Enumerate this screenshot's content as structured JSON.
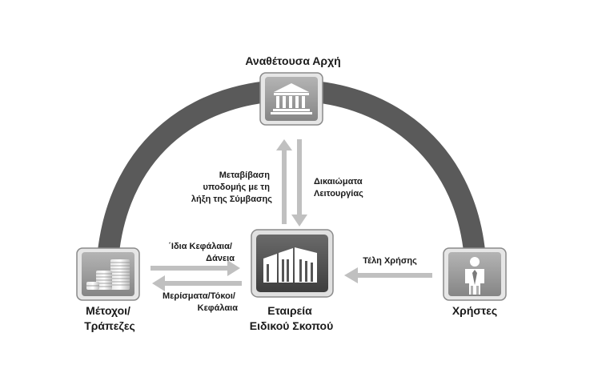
{
  "nodes": {
    "authority": {
      "title": "Αναθέτουσα Αρχή",
      "icon": "government-building-icon"
    },
    "spv": {
      "title_lines": [
        "Εταιρεία",
        "Ειδικού Σκοπού"
      ],
      "icon": "company-building-icon"
    },
    "shareholders": {
      "title_lines": [
        "Μέτοχοι/",
        "Τράπεζες"
      ],
      "icon": "coin-stack-icon"
    },
    "users": {
      "title": "Χρήστες",
      "icon": "business-person-icon"
    }
  },
  "flows": {
    "transfer": {
      "lines": [
        "Μεταβίβαση",
        "υποδομής με τη",
        "λήξη της Σύμβασης"
      ]
    },
    "rights": {
      "lines": [
        "Δικαιώματα",
        "Λειτουργίας"
      ]
    },
    "equity": {
      "lines": [
        "΄Ιδια Κεφάλαια/",
        "Δάνεια"
      ]
    },
    "dividends": {
      "lines": [
        "Μερίσματα/Τόκοι/",
        "Κεφάλαια"
      ]
    },
    "fees": {
      "lines": [
        "Τέλη Χρήσης"
      ]
    }
  },
  "colors": {
    "arc": "#5a5a5a",
    "arrow": "#c0c0c0",
    "icon_light": "#9a9a9a",
    "icon_dark": "#4f4f4f",
    "text": "#1a1a1a"
  }
}
